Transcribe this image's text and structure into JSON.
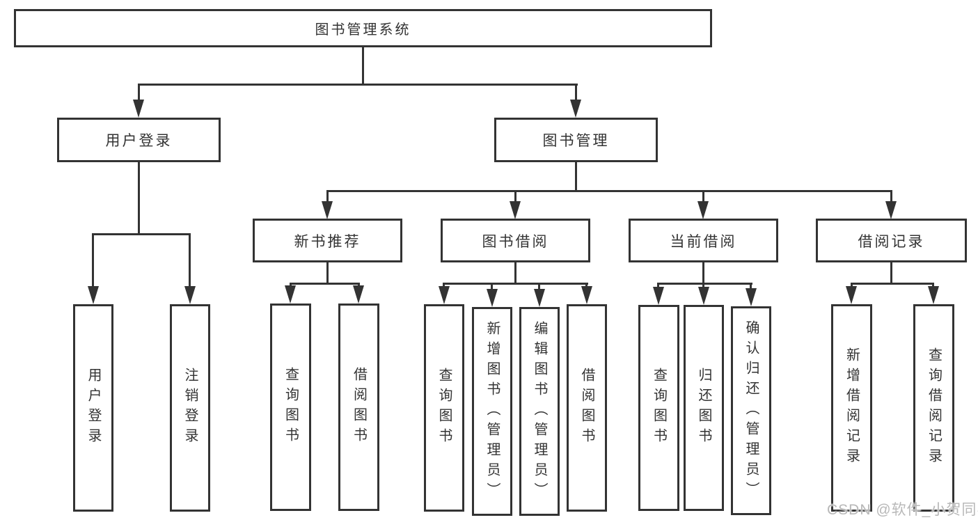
{
  "diagram": {
    "title": "图书管理系统",
    "level2": {
      "user_login": "用户登录",
      "book_management": "图书管理"
    },
    "level3": {
      "new_book_recommend": "新书推荐",
      "book_borrowing": "图书借阅",
      "current_borrowing": "当前借阅",
      "borrowing_records": "借阅记录"
    },
    "leaves": {
      "user_login": [
        "用户登录",
        "注销登录"
      ],
      "new_book_recommend": [
        "查询图书",
        "借阅图书"
      ],
      "book_borrowing": [
        "查询图书",
        "新增图书（管理员）",
        "编辑图书（管理员）",
        "借阅图书"
      ],
      "current_borrowing": [
        "查询图书",
        "归还图书",
        "确认归还（管理员）"
      ],
      "borrowing_records": [
        "新增借阅记录",
        "查询借阅记录"
      ]
    },
    "watermark": "CSDN @软件_小贺同学",
    "colors": {
      "line": "#333333",
      "text": "#333333",
      "box_background": "#ffffff",
      "watermark": "#b8b8b8",
      "background": "#ffffff"
    }
  }
}
